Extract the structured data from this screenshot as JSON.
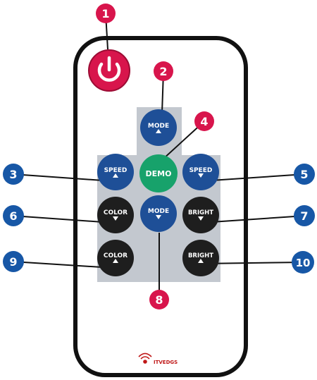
{
  "colors": {
    "body_outline": "#111111",
    "panel": "#c3c8cf",
    "blue_button": "#1e4f97",
    "green_button": "#17a26b",
    "black_button": "#1e1e1e",
    "callout_blue": "#1757a6",
    "callout_red": "#d8154c",
    "power": "#d8154c"
  },
  "buttons": {
    "mode_up": {
      "label": "MODE",
      "arrow": "up"
    },
    "speed_up": {
      "label": "SPEED",
      "arrow": "up"
    },
    "demo": {
      "label": "DEMO"
    },
    "speed_down": {
      "label": "SPEED",
      "arrow": "down"
    },
    "color_down": {
      "label": "COLOR",
      "arrow": "down"
    },
    "mode_down": {
      "label": "MODE",
      "arrow": "down"
    },
    "bright_down": {
      "label": "BRIGHT",
      "arrow": "down"
    },
    "color_up": {
      "label": "COLOR",
      "arrow": "up"
    },
    "bright_up": {
      "label": "BRIGHT",
      "arrow": "up"
    }
  },
  "callouts": [
    "1",
    "2",
    "3",
    "4",
    "5",
    "6",
    "7",
    "8",
    "9",
    "10"
  ],
  "brand": {
    "icon": "transmitter-icon",
    "text": "ITVEDGS"
  }
}
